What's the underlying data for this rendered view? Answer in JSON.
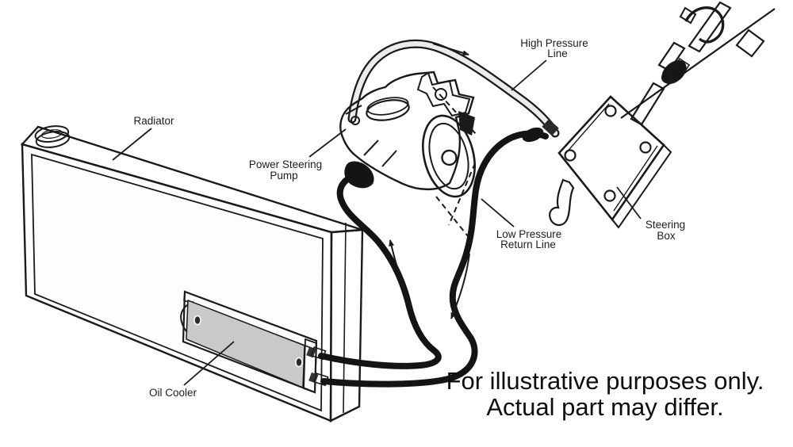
{
  "colors": {
    "background": "#ffffff",
    "line": "#1a1a1a",
    "part_fill": "#dcdcdc",
    "mesh_line": "#8a8a8a",
    "hose": "#141414"
  },
  "labels": {
    "radiator": "Radiator",
    "power_steering_pump": {
      "line1": "Power Steering",
      "line2": "Pump"
    },
    "high_pressure_line": {
      "line1": "High Pressure",
      "line2": "Line"
    },
    "low_pressure_return_line": {
      "line1": "Low Pressure",
      "line2": "Return Line"
    },
    "steering_box": {
      "line1": "Steering",
      "line2": "Box"
    },
    "oil_cooler": "Oil Cooler"
  },
  "disclaimer": {
    "line1": "For illustrative purposes only.",
    "line2": "Actual part may differ."
  }
}
